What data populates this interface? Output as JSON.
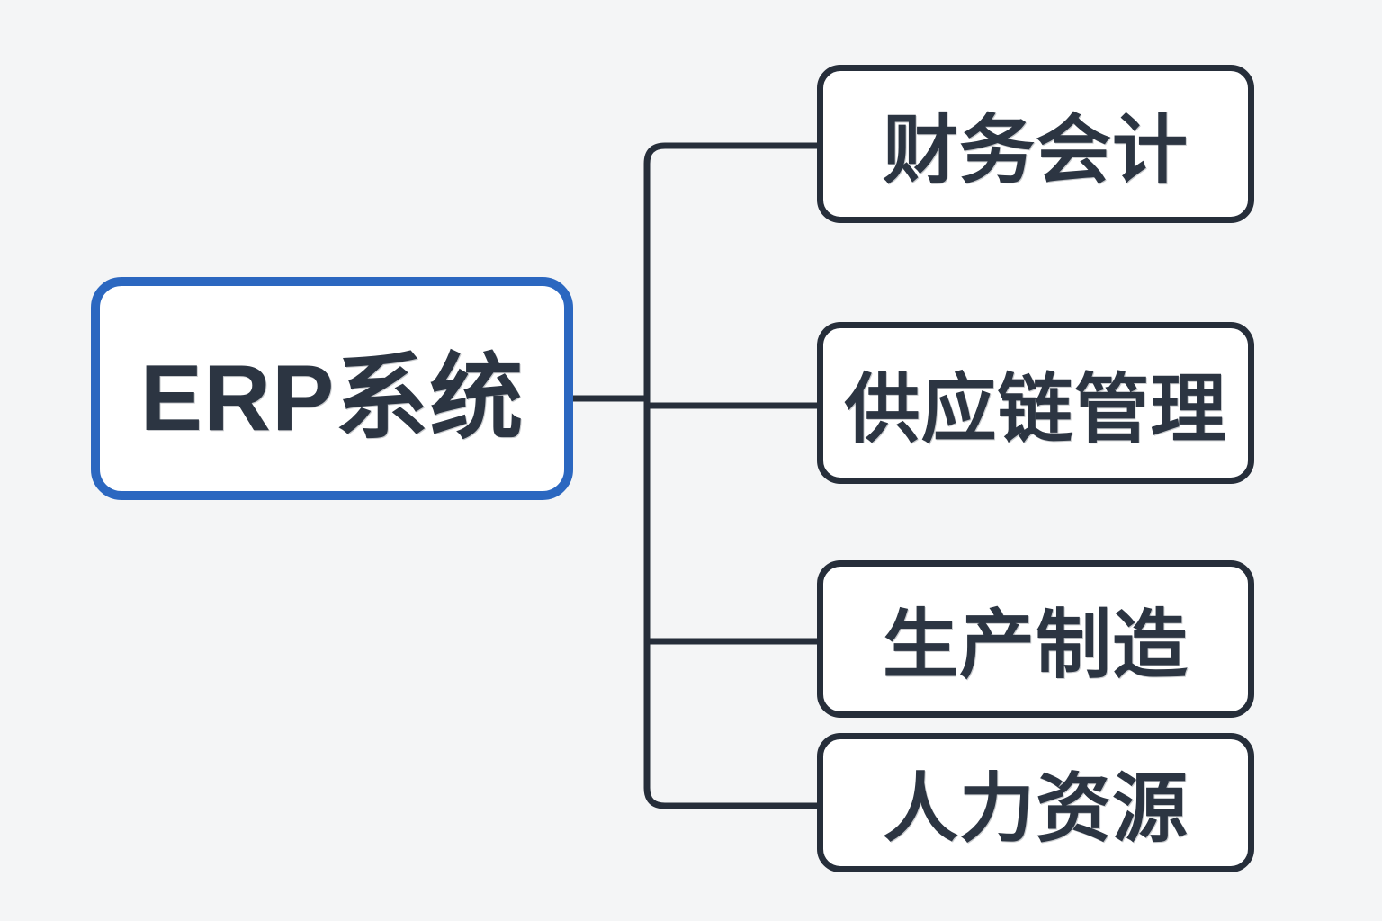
{
  "diagram": {
    "type": "mindmap",
    "root": {
      "label": "ERP系统"
    },
    "children": [
      {
        "label": "财务会计"
      },
      {
        "label": "供应链管理"
      },
      {
        "label": "生产制造"
      },
      {
        "label": "人力资源"
      }
    ],
    "colors": {
      "background": "#f4f5f6",
      "node_fill": "#ffffff",
      "root_border": "#2b67c0",
      "child_border": "#262e3a",
      "connector": "#262e3a",
      "text": "#2c3542"
    }
  }
}
